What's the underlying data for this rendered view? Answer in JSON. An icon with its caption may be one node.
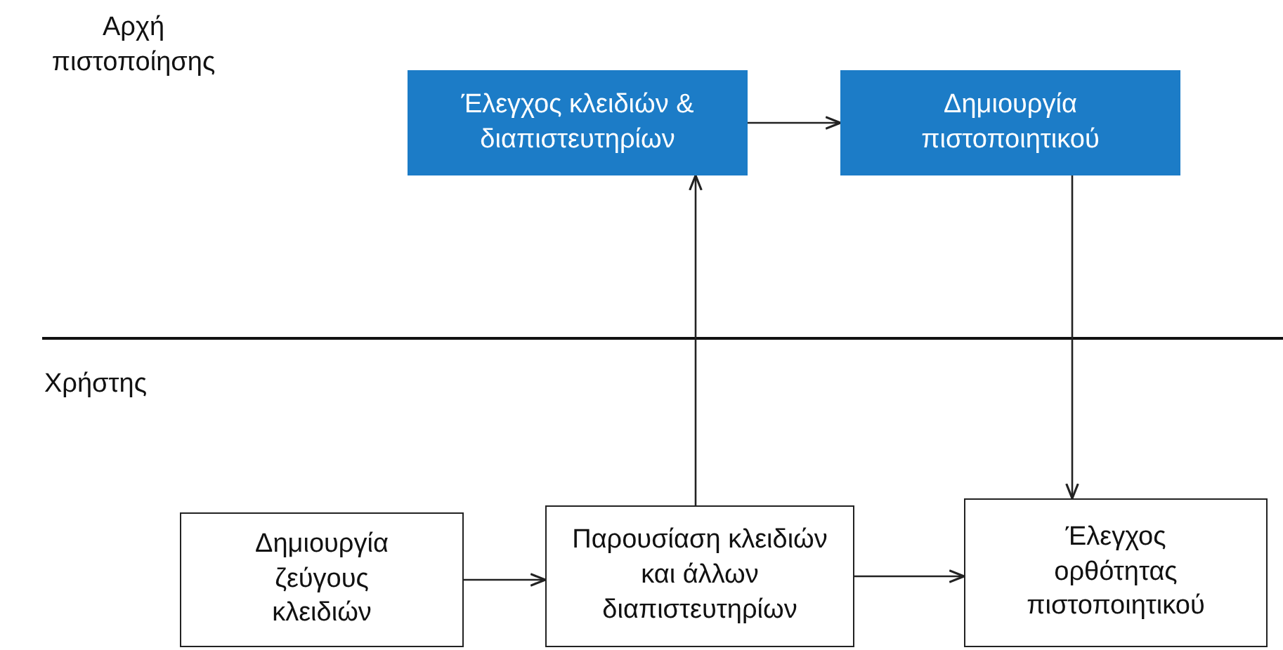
{
  "diagram": {
    "nodes": [
      {
        "text": [
          "Έλεγχος κλειδιών & διαπιστευτηρίων"
        ]
      },
      {
        "text": [
          "Δημιουργία πιστοποιητικού"
        ]
      },
      {
        "text": [
          "Δημιουργία ζεύγους κλειδιών"
        ]
      },
      {
        "text": [
          "Παρουσίαση κλειδιών και άλλων διαπιστευτηρίων"
        ]
      },
      {
        "text": [
          "Έλεγχος ορθότητας πιστοποιητικού"
        ]
      }
    ],
    "edges": [
      {
        "from": 0,
        "to": 1,
        "arrow": "to"
      },
      {
        "from": 1,
        "to": 4,
        "arrow": "to"
      },
      {
        "from": 2,
        "to": 3,
        "arrow": "to"
      },
      {
        "from": 3,
        "to": 0,
        "arrow": "to"
      },
      {
        "from": 3,
        "to": 4,
        "arrow": "to"
      }
    ],
    "labels": [
      "Αρχή πιστοποίησης",
      "Χρήστης"
    ]
  }
}
